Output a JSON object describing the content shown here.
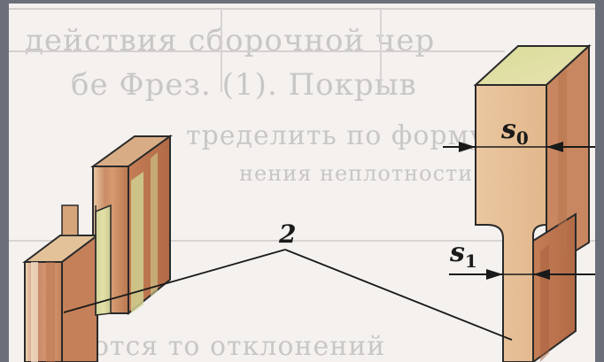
{
  "figure": {
    "callout_number": "2",
    "dimension_top": {
      "base": "s",
      "sub": "0"
    },
    "dimension_bottom": {
      "base": "s",
      "sub": "1"
    }
  },
  "background_text": [
    "действия сборочной чер",
    "бе Фрез. (1). Покрыв",
    "тределить по формуле",
    "нения неплотности",
    "ваются то отклонений"
  ],
  "colors": {
    "frame": "#6b6f7a",
    "paper": "#f4f1ee",
    "wood_light": "#e8c9a0",
    "wood_mid": "#d4a075",
    "wood_dark": "#b8734a",
    "wood_green": "#d8dca0",
    "ink": "#1a1a1a"
  }
}
